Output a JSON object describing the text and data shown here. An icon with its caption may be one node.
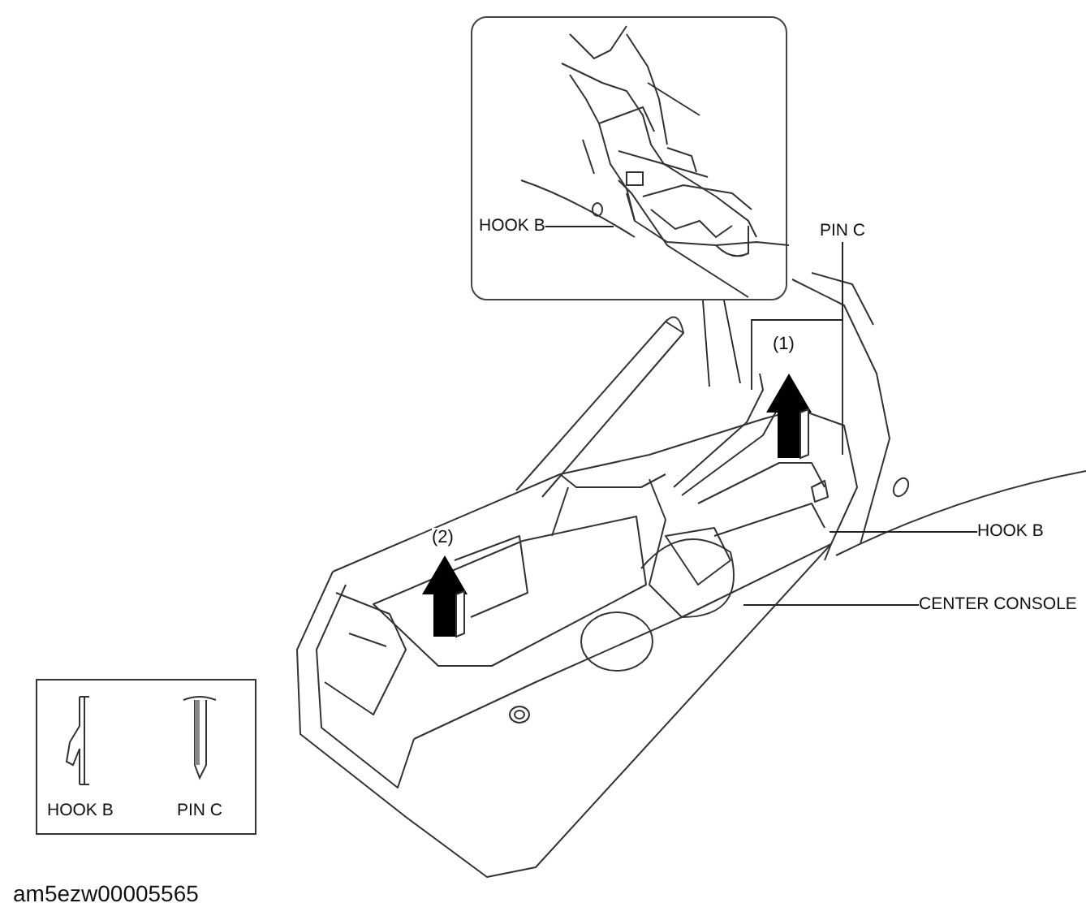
{
  "diagram": {
    "nodes": [
      {
        "text": [],
        "shape": "picture"
      },
      {
        "text": [
          "HOOK B"
        ],
        "in": 0
      },
      {
        "text": [
          "PIN C"
        ]
      },
      {
        "text": [
          "HOOK B"
        ]
      },
      {
        "text": [
          "CENTER CONSOLE"
        ]
      }
    ],
    "edges": [
      {
        "from": 0,
        "to": null,
        "arrow": "none"
      },
      {
        "from": 0,
        "to": null,
        "arrow": "none"
      },
      {
        "from": 1,
        "to": null,
        "arrow": "none"
      },
      {
        "from": 2,
        "to": null,
        "arrow": "none"
      },
      {
        "from": 2,
        "to": null,
        "arrow": "none"
      },
      {
        "from": 3,
        "to": null,
        "arrow": "none"
      },
      {
        "from": 4,
        "to": null,
        "arrow": "none"
      }
    ],
    "labels": [
      "(1)",
      "(2)",
      "am5ezw00005565"
    ],
    "legend": [
      {
        "text": "HOOK B"
      },
      {
        "text": "PIN C"
      }
    ]
  }
}
